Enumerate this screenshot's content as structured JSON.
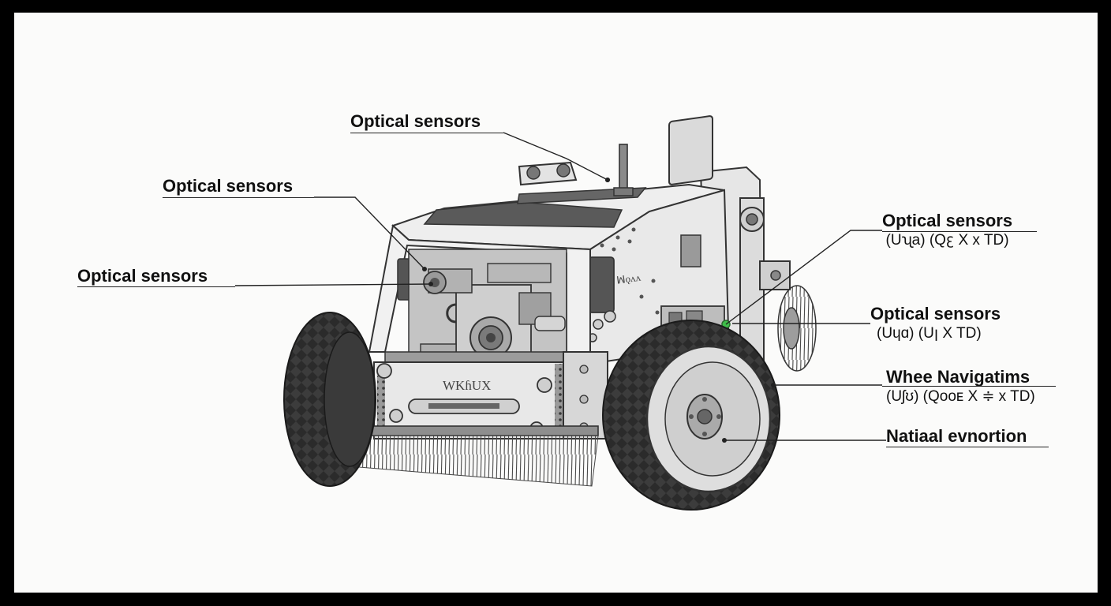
{
  "labels": [
    {
      "id": "top",
      "title": "Optical sensors",
      "subtitle": ""
    },
    {
      "id": "left-upper",
      "title": "Optical sensors",
      "subtitle": ""
    },
    {
      "id": "left-lower",
      "title": "Optical sensors",
      "subtitle": ""
    },
    {
      "id": "right-1",
      "title": "Optical sensors",
      "subtitle": "(Uʯa)  (Qꜫ X x TD)"
    },
    {
      "id": "right-2",
      "title": "Optical sensors",
      "subtitle": "(Uɥɑ)  (Uꞁ X TD)"
    },
    {
      "id": "right-3",
      "title": "Whee Navigatims",
      "subtitle": "(Uʃʊ)  (Qᴏᴏᴇ X ≑ x TD)"
    },
    {
      "id": "right-4",
      "title": "Natiaal evnortion",
      "subtitle": ""
    }
  ],
  "robot": {
    "body_text": "ꟽ︎ǫʌʌ",
    "bumper_text": "WKɦUX"
  },
  "colors": {
    "frame": "#000000",
    "background": "#fbfbfa",
    "body": "#ececec",
    "outline": "#333333",
    "tire": "#2b2b2b",
    "led": "#3fbf4a"
  }
}
